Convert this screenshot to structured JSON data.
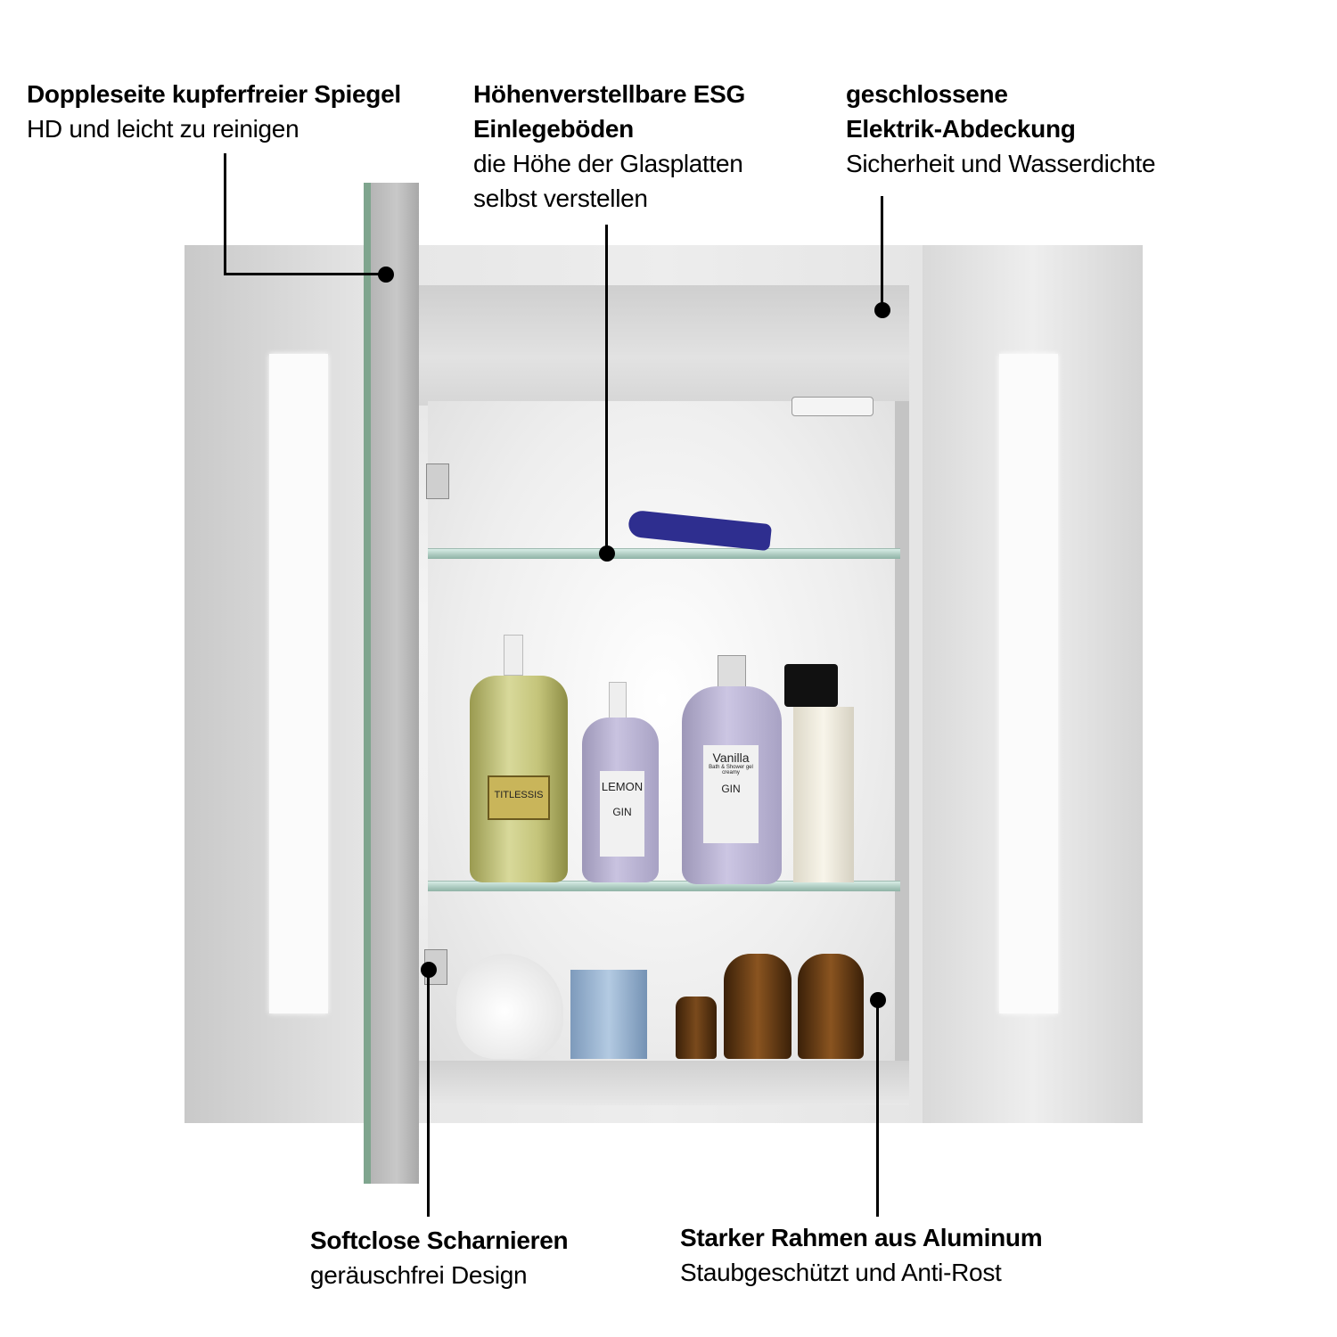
{
  "callouts": [
    {
      "title": "Doppleseite kupferfreier Spiegel",
      "subtitle": "HD und leicht zu reinigen"
    },
    {
      "title_lines": [
        "Höhenverstellbare ESG",
        "Einlegeböden"
      ],
      "subtitle_lines": [
        "die Höhe der Glasplatten",
        "selbst verstellen"
      ]
    },
    {
      "title_lines": [
        "geschlossene",
        "Elektrik-Abdeckung"
      ],
      "subtitle": "Sicherheit und Wasserdichte"
    },
    {
      "title": "Softclose Scharnieren",
      "subtitle": "geräuschfrei Design"
    },
    {
      "title": "Starker Rahmen aus Aluminum",
      "subtitle": "Staubgeschützt und Anti-Rost"
    }
  ],
  "products": {
    "bottle1": "TITLESSIS",
    "bottle2": {
      "name": "LEMON",
      "sub": "GIN"
    },
    "bottle3": {
      "name": "Vanilla",
      "desc": "Bath & Shower gel creamy",
      "sub": "GIN"
    }
  },
  "colors": {
    "line": "#000000",
    "mirror_edge": "#7fa58e",
    "glass_shelf": "#a9c8bd"
  }
}
